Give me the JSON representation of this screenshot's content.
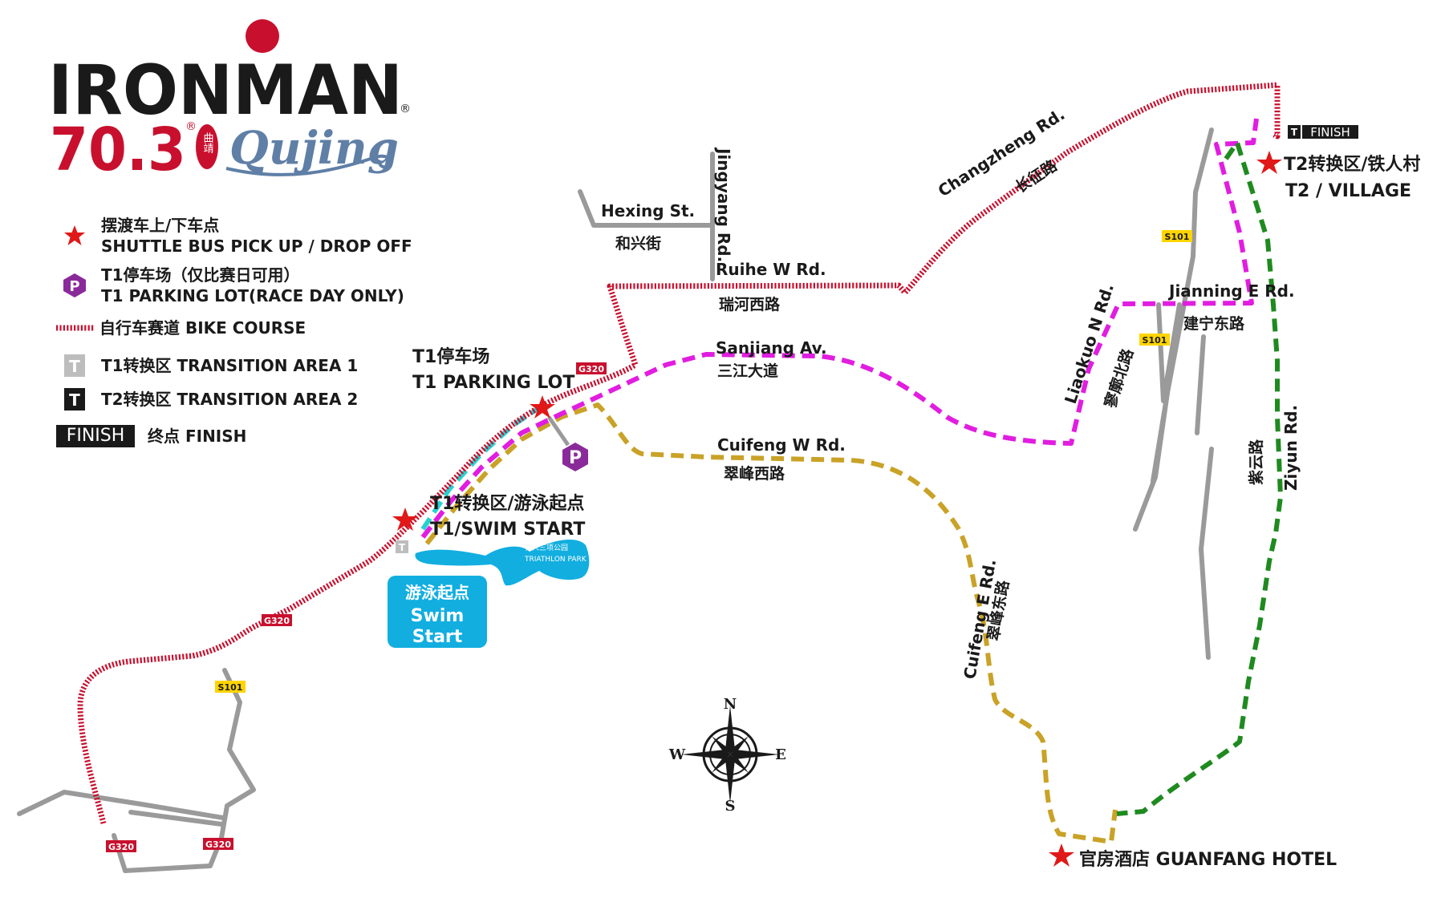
{
  "logo": {
    "brand": "IRONMAN",
    "distance": "70.3",
    "registered": "®",
    "city": "Qujing",
    "seal_text": "曲靖"
  },
  "legend": [
    {
      "icon": "red-star",
      "zh": "摆渡车上/下车点",
      "en": "SHUTTLE BUS PICK UP / DROP OFF"
    },
    {
      "icon": "parking-p",
      "zh": "T1停车场（仅比赛日可用）",
      "en": "T1 PARKING LOT(RACE DAY ONLY)"
    },
    {
      "icon": "bike-dotted-line",
      "text": "自行车赛道 BIKE COURSE"
    },
    {
      "icon": "t1-marker",
      "text": "T1转换区 TRANSITION AREA 1",
      "marker": "T"
    },
    {
      "icon": "t2-marker",
      "text": "T2转换区 TRANSITION AREA 2",
      "marker": "T"
    },
    {
      "icon": "finish-badge",
      "badge": "FINISH",
      "text": "终点 FINISH"
    }
  ],
  "roads": {
    "hexing_en": "Hexing St.",
    "hexing_zh": "和兴街",
    "jingyang_en": "Jingyang Rd.",
    "ruihe_en": "Ruihe W Rd.",
    "ruihe_zh": "瑞河西路",
    "changzheng_en": "Changzheng Rd.",
    "changzheng_zh": "长征路",
    "sanjiang_en": "Sanjiang Av.",
    "sanjiang_zh": "三江大道",
    "cuifeng_w_en": "Cuifeng W Rd.",
    "cuifeng_w_zh": "翠峰西路",
    "cuifeng_e_en": "Cuifeng E Rd.",
    "cuifeng_e_zh": "翠峰东路",
    "liaokuo_en": "Liaokuo N Rd.",
    "liaokuo_zh": "寥廓北路",
    "jianning_en": "Jianning E Rd.",
    "jianning_zh": "建宁东路",
    "ziyun_en": "Ziyun Rd.",
    "ziyun_zh": "紫云路"
  },
  "route_badges": [
    "G320",
    "G320",
    "G320",
    "G320",
    "S101",
    "S101",
    "S101"
  ],
  "places": {
    "t1_parking_zh": "T1停车场",
    "t1_parking_en": "T1 PARKING LOT",
    "t1_swim_zh": "T1转换区/游泳起点",
    "t1_swim_en": "T1/SWIM START",
    "swim_zh": "游泳起点",
    "swim_en_1": "Swim",
    "swim_en_2": "Start",
    "park_zh": "铁人三项公园",
    "park_en": "TRIATHLON PARK",
    "t2_zh": "T2转换区/铁人村",
    "t2_en": "T2 / VILLAGE",
    "finish_badge": "FINISH",
    "hotel": "官房酒店 GUANFANG HOTEL",
    "parking_symbol": "P"
  },
  "compass": {
    "n": "N",
    "s": "S",
    "e": "E",
    "w": "W"
  },
  "colors": {
    "ironman_red": "#c8102e",
    "bike": "#c8102e",
    "shuttle_magenta": "#e11de0",
    "shuttle_gold": "#c9a227",
    "shuttle_green": "#1f8a1f",
    "shuttle_cyan": "#29d1d1",
    "lake": "#12aee0",
    "parking": "#8a2a9a",
    "road": "#9a9a9a",
    "route_badge_g": "#c8102e",
    "route_badge_s": "#ffd400"
  }
}
